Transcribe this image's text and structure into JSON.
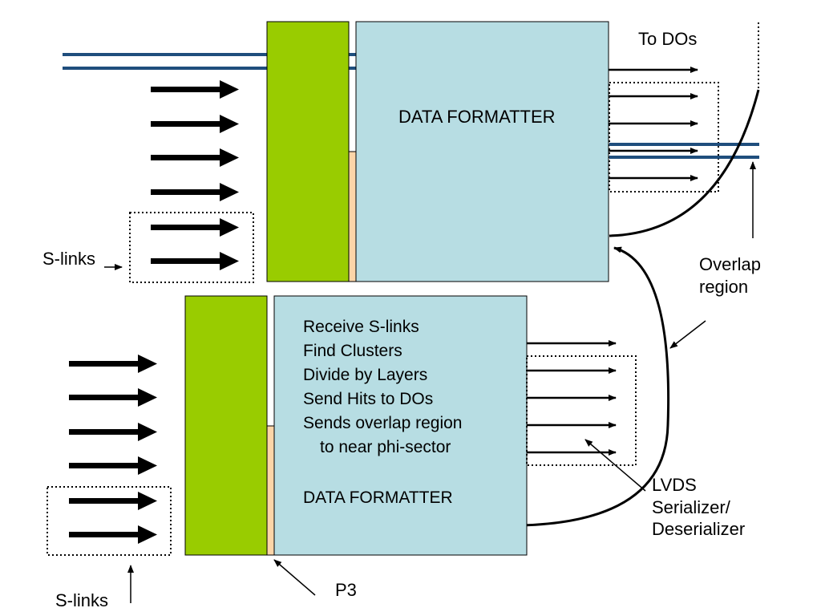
{
  "colors": {
    "connector": "#99cc00",
    "board": "#b7dde3",
    "p3": "#fcd5a8",
    "bus": "#1f4e7d",
    "outline": "#000000"
  },
  "top_board": {
    "title": "DATA FORMATTER",
    "output_label": "To DOs",
    "input_label": "S-links",
    "overlap_label_line1": "Overlap",
    "overlap_label_line2": "region"
  },
  "bottom_board": {
    "functions": [
      "Receive S-links",
      "Find Clusters",
      "Divide by Layers",
      "Send Hits to DOs",
      "Sends overlap region",
      "to near phi-sector"
    ],
    "title": "DATA FORMATTER",
    "input_label": "S-links",
    "lvds_line1": "LVDS",
    "lvds_line2": "Serializer/",
    "lvds_line3": "Deserializer",
    "p3_label": "P3"
  }
}
